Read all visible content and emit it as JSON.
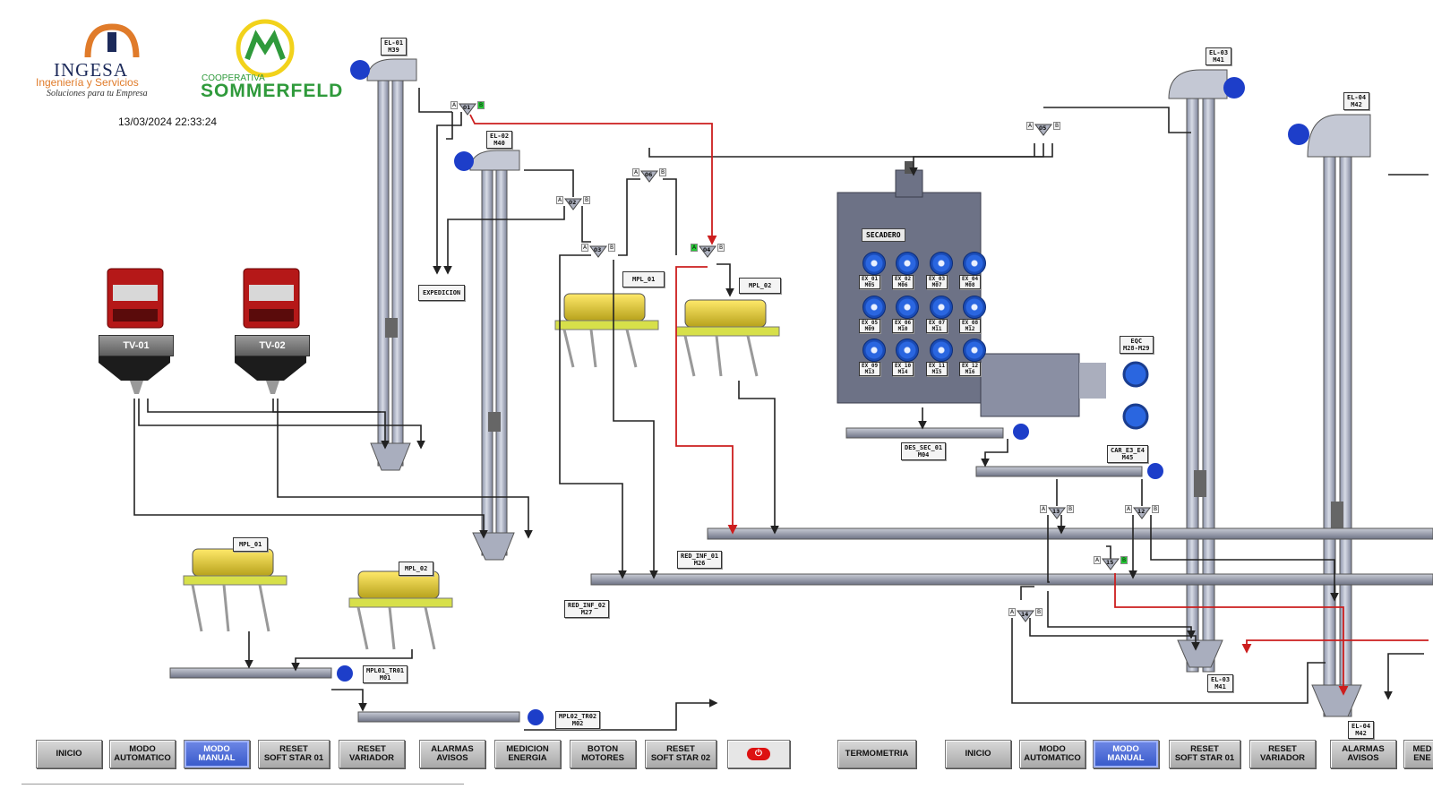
{
  "logos": {
    "ingesa": {
      "name": "INGESA",
      "line1": "Ingeniería y Servicios",
      "line2": "Soluciones para tu Empresa"
    },
    "cooperative": {
      "small": "COOPERATIVA",
      "name": "SOMMERFELD"
    }
  },
  "timestamp": "13/03/2024 22:33:24",
  "elevators": [
    {
      "id": "el01",
      "label": "EL-01\nM39"
    },
    {
      "id": "el02",
      "label": "EL-02\nM40"
    },
    {
      "id": "el03",
      "label": "EL-03\nM41"
    },
    {
      "id": "el04",
      "label": "EL-04\nM42"
    },
    {
      "id": "el03b",
      "label": "EL-03\nM41"
    },
    {
      "id": "el04b",
      "label": "EL-04\nM42"
    }
  ],
  "trucks": [
    {
      "id": "tv01",
      "label": "TV-01"
    },
    {
      "id": "tv02",
      "label": "TV-02"
    }
  ],
  "equipment_labels": {
    "expedicion": "EXPEDICION",
    "mpl01_top": "MPL_01",
    "mpl02_top": "MPL_02",
    "mpl01_bottom": "MPL_01",
    "mpl02_bottom": "MPL_02",
    "mpl01_tr01": "MPL01_TR01\nM01",
    "mpl02_tr02": "MPL02_TR02\nM02",
    "red_inf_01": "RED_INF_01\nM26",
    "red_inf_02": "RED_INF_02\nM27",
    "des_sec_01": "DES_SEC_01\nM04",
    "car_e3_e4": "CAR_E3_E4\nM45",
    "eqc": "EQC\nM28-M29",
    "secadero": "SECADERO"
  },
  "exhaust_fans": [
    "EX_01\nM05",
    "EX_02\nM06",
    "EX_03\nM07",
    "EX_04\nM08",
    "EX_05\nM09",
    "EX_06\nM10",
    "EX_07\nM11",
    "EX_08\nM12",
    "EX_09\nM13",
    "EX_10\nM14",
    "EX_11\nM15",
    "EX_12\nM16"
  ],
  "valves": [
    {
      "id": "v01",
      "num": "01",
      "a": "A",
      "b": "B",
      "active": "B"
    },
    {
      "id": "v02",
      "num": "02",
      "a": "A",
      "b": "B"
    },
    {
      "id": "v03",
      "num": "03",
      "a": "A",
      "b": "B"
    },
    {
      "id": "v04",
      "num": "04",
      "a": "A",
      "b": "B",
      "active": "A"
    },
    {
      "id": "v05",
      "num": "05",
      "a": "A",
      "b": "B"
    },
    {
      "id": "v06",
      "num": "06",
      "a": "A",
      "b": "B"
    },
    {
      "id": "v12",
      "num": "12",
      "a": "A",
      "b": "B"
    },
    {
      "id": "v13",
      "num": "13",
      "a": "A",
      "b": "B"
    },
    {
      "id": "v14",
      "num": "14",
      "a": "A",
      "b": "B"
    },
    {
      "id": "v15",
      "num": "15",
      "a": "A",
      "b": "B",
      "active": "B"
    }
  ],
  "colors": {
    "active_line": "#cc1e1e",
    "line": "#222222",
    "motor": "#1d3ec9",
    "active_button": "#3658c9",
    "valve_active": "#22cc33"
  },
  "toolbar": [
    {
      "id": "inicio",
      "label": "INICIO"
    },
    {
      "id": "modo-automatico",
      "label": "MODO\nAUTOMATICO"
    },
    {
      "id": "modo-manual",
      "label": "MODO\nMANUAL",
      "active": true
    },
    {
      "id": "reset-soft-star-01",
      "label": "RESET\nSOFT STAR 01"
    },
    {
      "id": "reset-variador",
      "label": "RESET\nVARIADOR"
    },
    {
      "id": "alarmas-avisos",
      "label": "ALARMAS\nAVISOS"
    },
    {
      "id": "medicion-energia",
      "label": "MEDICION\nENERGIA"
    },
    {
      "id": "boton-motores",
      "label": "BOTON\nMOTORES"
    },
    {
      "id": "reset-soft-star-02",
      "label": "RESET\nSOFT STAR 02"
    },
    {
      "id": "power",
      "label": ""
    },
    {
      "id": "termometria",
      "label": "TERMOMETRIA"
    },
    {
      "id": "inicio-2",
      "label": "INICIO"
    },
    {
      "id": "modo-automatico-2",
      "label": "MODO\nAUTOMATICO"
    },
    {
      "id": "modo-manual-2",
      "label": "MODO\nMANUAL",
      "active": true
    },
    {
      "id": "reset-soft-star-01-2",
      "label": "RESET\nSOFT STAR 01"
    },
    {
      "id": "reset-variador-2",
      "label": "RESET\nVARIADOR"
    },
    {
      "id": "alarmas-avisos-2",
      "label": "ALARMAS\nAVISOS"
    },
    {
      "id": "medicion-energia-2",
      "label": "MED\nENE"
    }
  ]
}
